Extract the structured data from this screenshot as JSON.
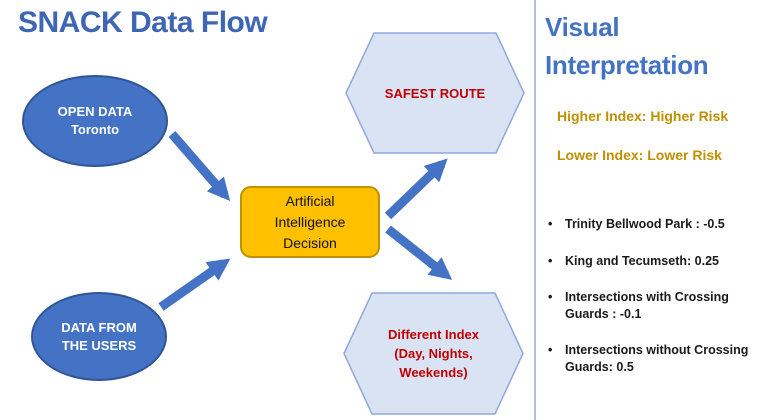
{
  "slide": {
    "title": "SNACK Data Flow"
  },
  "flow": {
    "open_data": {
      "lines": [
        "OPEN DATA",
        "Toronto"
      ]
    },
    "user_data": {
      "lines": [
        "DATA FROM",
        "THE USERS"
      ]
    },
    "ai_decision": {
      "lines": [
        "Artificial",
        "Intelligence",
        "Decision"
      ]
    },
    "safest_route": {
      "label": "SAFEST ROUTE"
    },
    "different_index": {
      "lines": [
        "Different Index",
        "(Day, Nights,",
        "Weekends)"
      ]
    }
  },
  "panel": {
    "heading": "Visual Interpretation",
    "legend": [
      "Higher Index: Higher Risk",
      "Lower Index: Lower Risk"
    ],
    "bullets": [
      "Trinity Bellwood Park : -0.5",
      "King and Tecumseth: 0.25",
      "Intersections with Crossing Guards : -0.1",
      "Intersections without Crossing Guards: 0.5"
    ]
  },
  "colors": {
    "accent_blue": "#4472C4",
    "ellipse_border": "#2F5597",
    "node_orange": "#FFC000",
    "orange_border": "#BF9000",
    "hexagon_fill": "#DAE3F3",
    "hexagon_border": "#8FAADC",
    "red_text": "#C00000",
    "gold_text": "#BF9000",
    "title_blue": "#3E66B5",
    "divider": "#B3C0DA"
  }
}
